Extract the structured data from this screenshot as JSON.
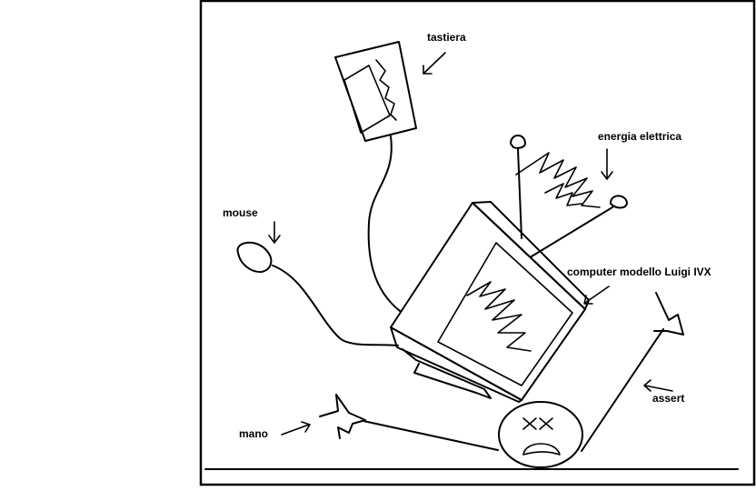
{
  "labels": {
    "tastiera": "tastiera",
    "energia": "energia elettrica",
    "mouse": "mouse",
    "computer": "computer modello Luigi IVX",
    "assert": "assert",
    "mano": "mano"
  },
  "colors": {
    "ink": "#000000",
    "paper": "#ffffff"
  }
}
